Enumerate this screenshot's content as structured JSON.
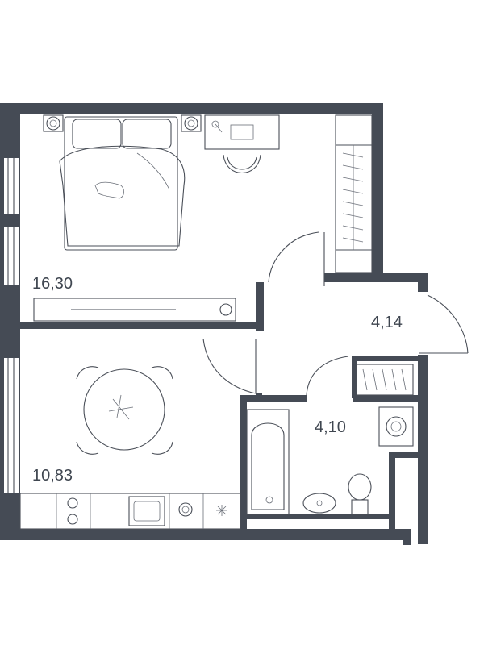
{
  "rooms": {
    "bedroom": {
      "area": "16,30"
    },
    "hall": {
      "area": "4,14"
    },
    "bathroom": {
      "area": "4,10"
    },
    "kitchen": {
      "area": "10,83"
    }
  },
  "colors": {
    "wall": "#454b55",
    "line": "#4a4f58",
    "background": "#ffffff"
  }
}
